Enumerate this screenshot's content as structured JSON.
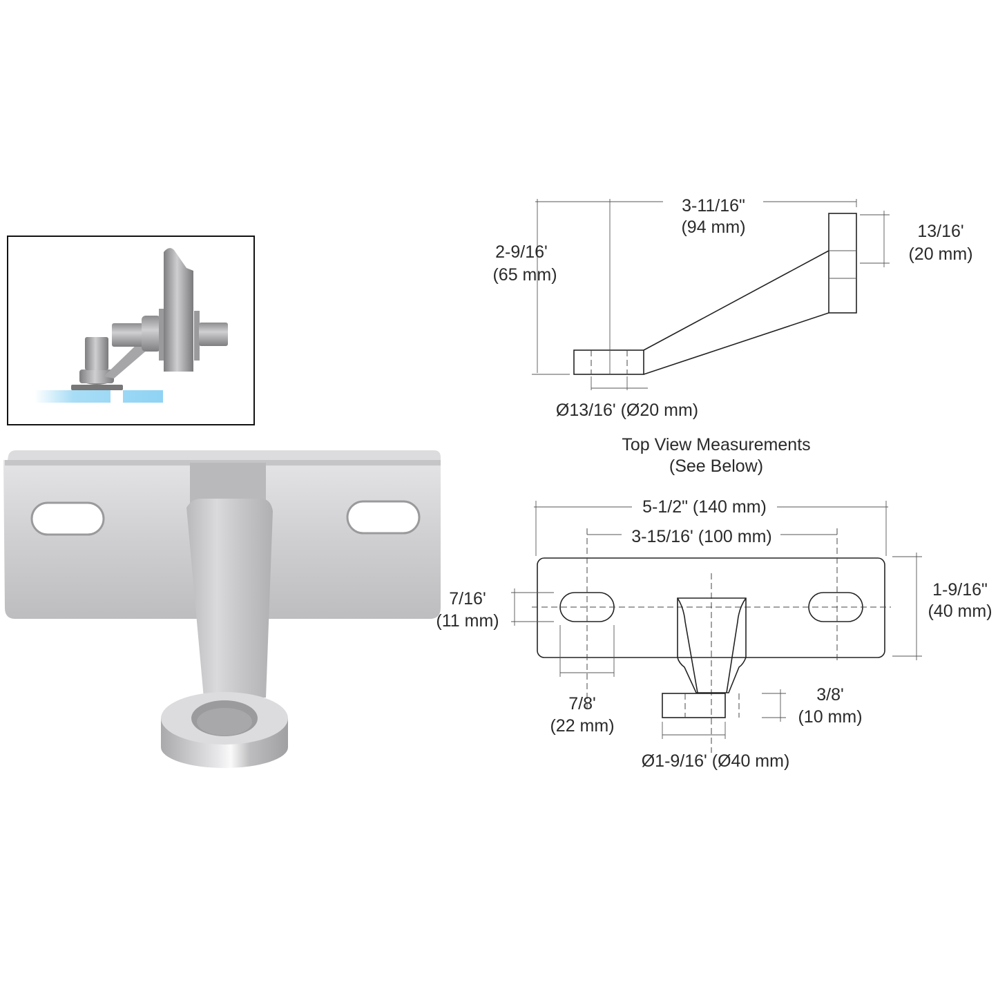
{
  "product": {
    "inset_illustration": {
      "name": "installed-patch-fitting-view",
      "glass_color": "#8fd3f4"
    },
    "photo": {
      "name": "stainless-steel-spider-arm-photo",
      "finish_color": "#c8c8ca"
    }
  },
  "side_view": {
    "overall_width": {
      "imperial": "3-11/16\"",
      "metric": "(94 mm)"
    },
    "height": {
      "imperial": "2-9/16'",
      "metric": "(65 mm)"
    },
    "plate_thickness": {
      "imperial": "13/16'",
      "metric": "(20 mm)"
    },
    "hole_diameter": {
      "label": "Ø13/16' (Ø20 mm)"
    }
  },
  "top_view": {
    "title_line1": "Top View Measurements",
    "title_line2": "(See Below)",
    "overall_length": {
      "label": "5-1/2\" (140 mm)"
    },
    "hole_spacing": {
      "label": "3-15/16' (100 mm)"
    },
    "plate_height": {
      "imperial": "1-9/16\"",
      "metric": "(40 mm)"
    },
    "slot_height": {
      "imperial": "7/16'",
      "metric": "(11 mm)"
    },
    "slot_width": {
      "imperial": "7/8'",
      "metric": "(22 mm)"
    },
    "boss_thickness": {
      "imperial": "3/8'",
      "metric": "(10 mm)"
    },
    "boss_diameter": {
      "label": "Ø1-9/16' (Ø40 mm)"
    }
  }
}
